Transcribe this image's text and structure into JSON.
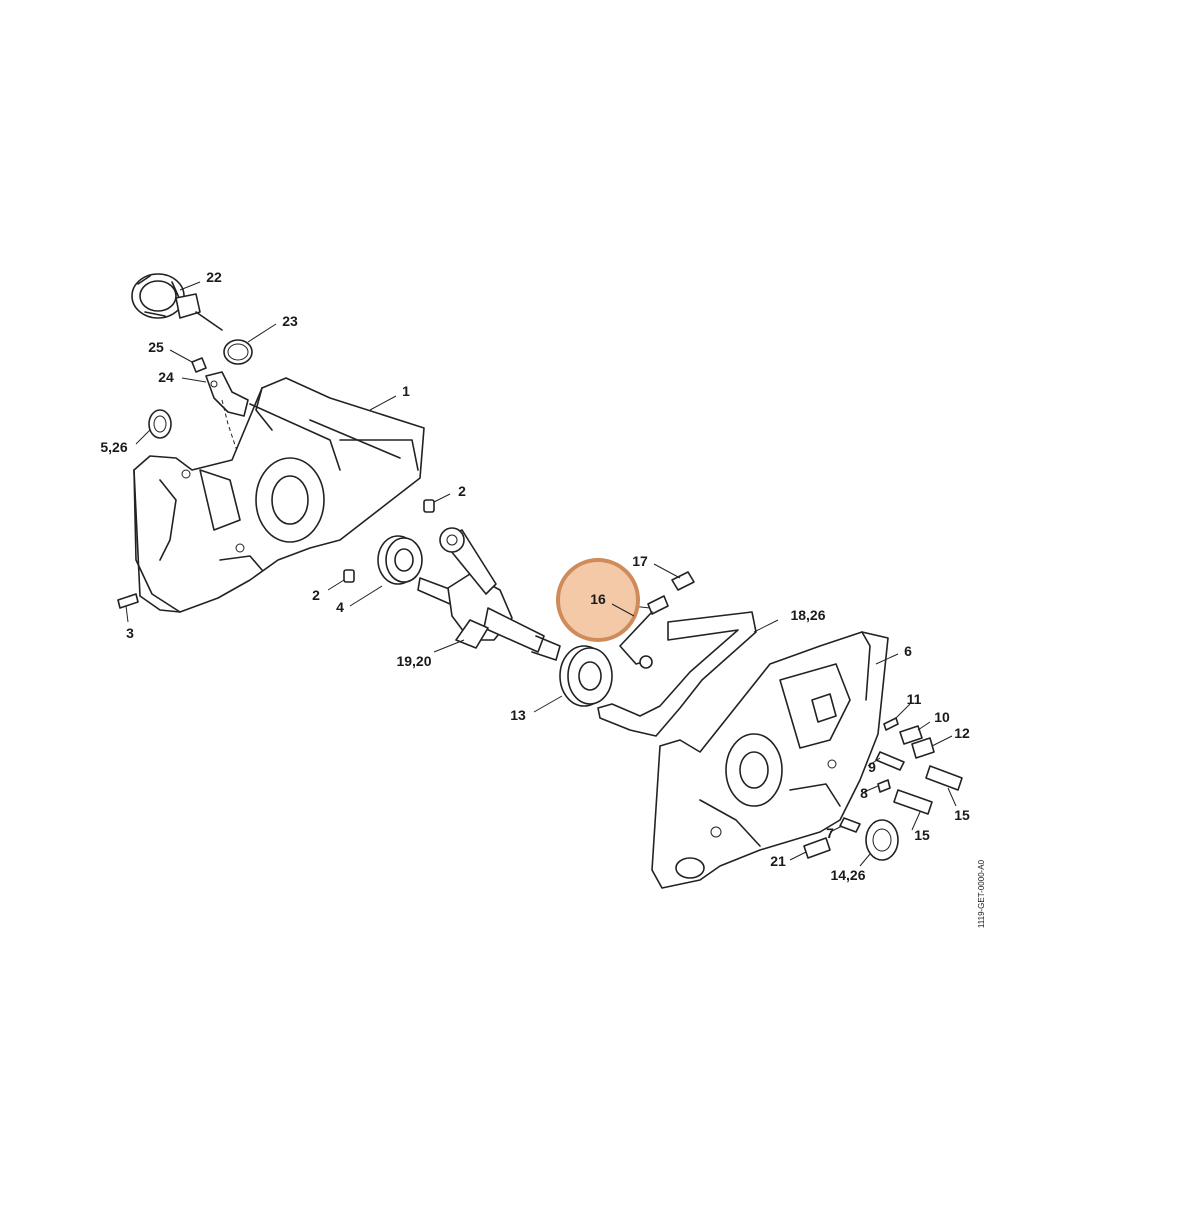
{
  "highlight": {
    "label": "16",
    "color": "#cf8b5a",
    "fill": "#f3c9a8"
  },
  "drawing_code": "1119-GET-0000-A0",
  "callouts": {
    "c22": "22",
    "c23": "23",
    "c25": "25",
    "c24": "24",
    "c1": "1",
    "c526": "5,26",
    "c2a": "2",
    "c2b": "2",
    "c4": "4",
    "c3": "3",
    "c1920": "19,20",
    "c13": "13",
    "c17": "17",
    "c1826": "18,26",
    "c6": "6",
    "c11": "11",
    "c10": "10",
    "c12": "12",
    "c9": "9",
    "c8": "8",
    "c15a": "15",
    "c15b": "15",
    "c7": "7",
    "c21": "21",
    "c1426": "14,26"
  }
}
